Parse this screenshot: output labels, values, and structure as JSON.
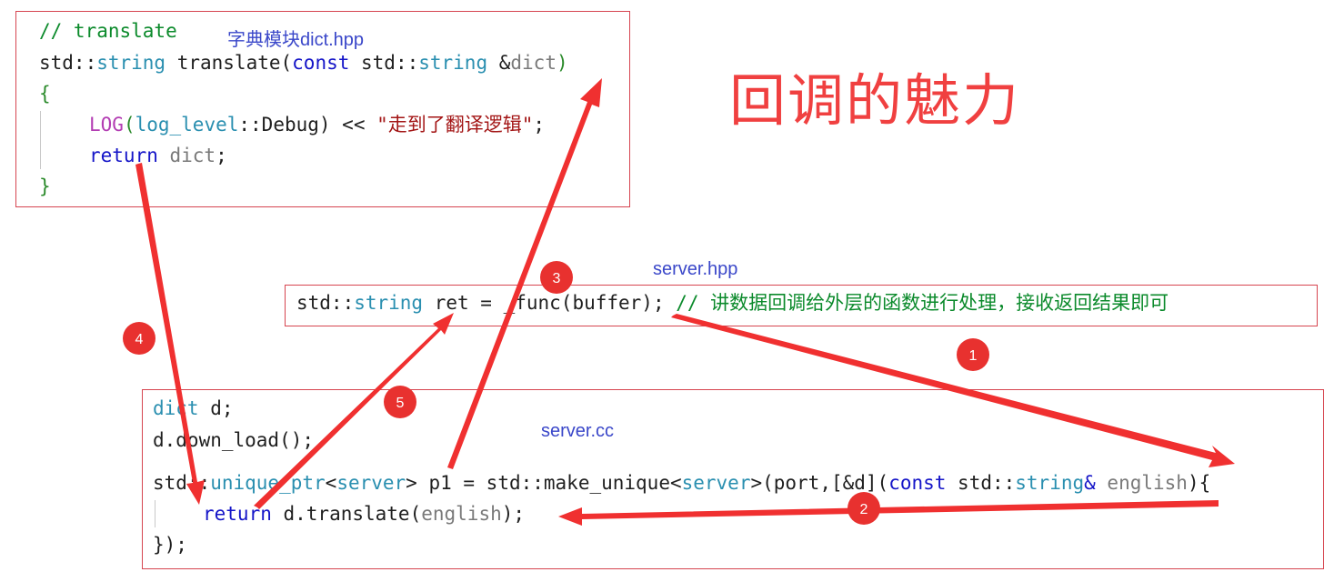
{
  "title": "回调的魅力",
  "labels": {
    "dict_file": "字典模块dict.hpp",
    "server_hpp": "server.hpp",
    "server_cc": "server.cc"
  },
  "dict_code": {
    "line1_comment": "// translate",
    "line2_type": "std::",
    "line2_string": "string",
    "line2_fn": " translate(",
    "line2_const": "const",
    "line2_std": " std::",
    "line2_string2": "string",
    "line2_amp": " &",
    "line2_param": "dict",
    "line2_close": ")",
    "line3": "{",
    "line4_log": "LOG",
    "line4_paren": "(",
    "line4_level": "log_level",
    "line4_rest": "::Debug) << ",
    "line4_str": "\"走到了翻译逻辑\"",
    "line4_end": ";",
    "line5_ret": "return",
    "line5_val": " dict",
    "line5_end": ";",
    "line6": "}"
  },
  "hpp_code": {
    "std": "std::",
    "string": "string",
    "rest": " ret = _func(buffer); ",
    "comment": "// 讲数据回调给外层的函数进行处理，接收返回结果即可"
  },
  "cc_code": {
    "l1_type": "dict",
    "l1_rest": " d;",
    "l2": "d.down_load();",
    "l3_std": "std::",
    "l3_uptr": "unique_ptr",
    "l3_lt": "<",
    "l3_server": "server",
    "l3_mid": "> p1 = std::make_unique<",
    "l3_server2": "server",
    "l3_mid2": ">(port,[&d](",
    "l3_const": "const",
    "l3_std2": " std::",
    "l3_string": "string",
    "l3_amp": "& ",
    "l3_param": "english",
    "l3_end": "){",
    "l4_ret": "return",
    "l4_mid": " d.translate(",
    "l4_param": "english",
    "l4_end": ");",
    "l5": "});"
  },
  "badges": [
    "1",
    "2",
    "3",
    "4",
    "5"
  ],
  "colors": {
    "arrow": "#f03030",
    "badge": "#e8312f",
    "box_border": "#d64550",
    "label_blue": "#3a47c9"
  }
}
